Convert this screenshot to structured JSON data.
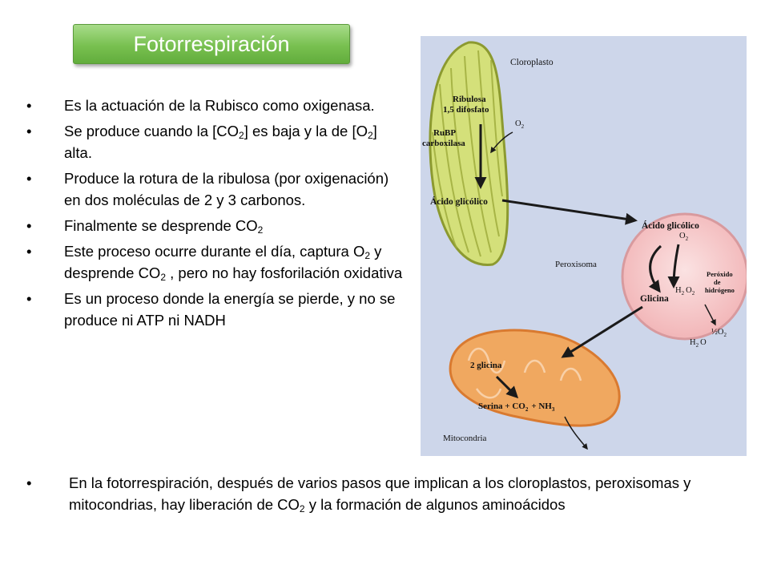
{
  "slide": {
    "title": "Fotorrespiración",
    "bullets": [
      {
        "parts": [
          "Es la actuación de la Rubisco como oxigenasa."
        ]
      },
      {
        "parts": [
          "Se produce cuando la [CO",
          "2",
          "] es baja y la de [O",
          "2",
          "] alta."
        ]
      },
      {
        "parts": [
          "Produce la rotura de la ribulosa (por oxigenación) en dos moléculas de 2 y 3 carbonos."
        ]
      },
      {
        "parts": [
          "Finalmente se desprende CO",
          "2",
          ""
        ]
      },
      {
        "parts": [
          "Este proceso  ocurre durante el día, captura O",
          "2",
          " y desprende CO",
          "2",
          " , pero no hay fosforilación oxidativa"
        ]
      },
      {
        "parts": [
          "Es un proceso donde la energía se pierde, y no se produce ni ATP ni NADH"
        ]
      }
    ],
    "bottom_note": {
      "parts": [
        "En la fotorrespiración, después de varios pasos que implican a los cloroplastos, peroxisomas y mitocondrias, hay liberación de CO",
        "2",
        "  y la formación de algunos aminoácidos"
      ]
    }
  },
  "diagram": {
    "cloroplasto": "Cloroplasto",
    "ribulosa_1": "Ribulosa",
    "ribulosa_2": "1,5 difosfato",
    "o2_a": "O",
    "o2_a_sub": "2",
    "rubp_1": "RuBP",
    "rubp_2": "carboxilasa",
    "acido_1": "Ácido glicólico",
    "acido_2": "Ácido glicólico",
    "o2_b": "O",
    "o2_b_sub": "2",
    "peroxisoma": "Peroxisoma",
    "h2o2": "H",
    "h2o2_sub1": "2",
    "h2o2_o": "O",
    "h2o2_sub2": "2",
    "peroxido_1": "Peróxido",
    "peroxido_2": "de",
    "peroxido_3": "hidrógeno",
    "glicina": "Glicina",
    "half_o2": "½O",
    "half_o2_sub": "2",
    "h2o": "H",
    "h2o_sub": "2",
    "h2o_o": "O",
    "dos_glicina": "2 glicina",
    "serina": "Serina + CO",
    "serina_sub": "2",
    "nh3": "+ NH",
    "nh3_sub": "3",
    "mitocondria": "Mitocondria"
  },
  "colors": {
    "title_green": "#78c050",
    "diagram_bg": "#cdd6ea",
    "chloroplast": "#d4e07a",
    "peroxisome": "#f6c8c8",
    "mitochondrion": "#f0a860",
    "arrow": "#1a1a1a"
  }
}
